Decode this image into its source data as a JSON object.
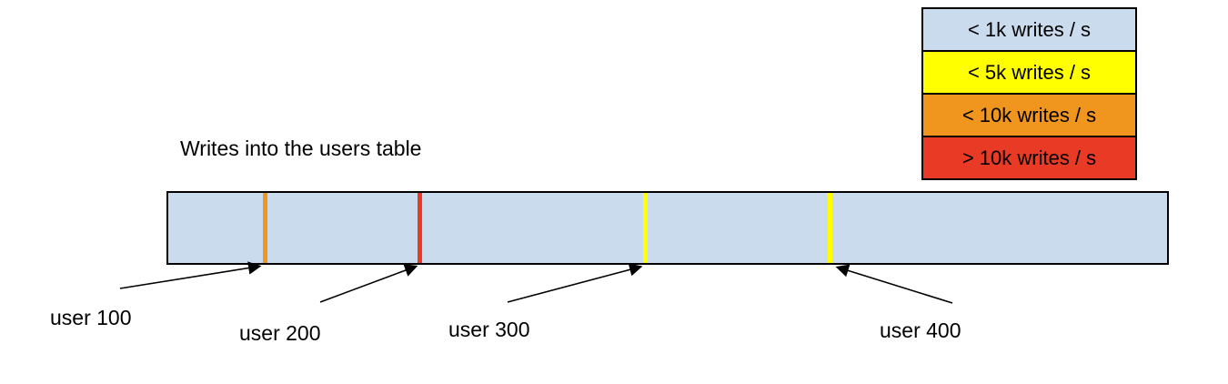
{
  "title": "Writes into the users table",
  "legend": {
    "items": [
      {
        "label": "< 1k writes / s",
        "color": "#cbdbee"
      },
      {
        "label": "< 5k writes / s",
        "color": "#ffff00"
      },
      {
        "label": "< 10k writes / s",
        "color": "#f0961e"
      },
      {
        "label": "> 10k writes / s",
        "color": "#e83a25"
      }
    ]
  },
  "bar": {
    "fill": "#cbdbee",
    "border_color": "#000000",
    "markers": [
      {
        "user": "user 100",
        "color": "#f0961e",
        "rate_bucket": "< 10k writes / s"
      },
      {
        "user": "user 200",
        "color": "#e83a25",
        "rate_bucket": "> 10k writes / s"
      },
      {
        "user": "user 300",
        "color": "#ffff00",
        "rate_bucket": "< 5k writes / s"
      },
      {
        "user": "user 400",
        "color": "#ffff00",
        "rate_bucket": "< 5k writes / s"
      }
    ]
  }
}
